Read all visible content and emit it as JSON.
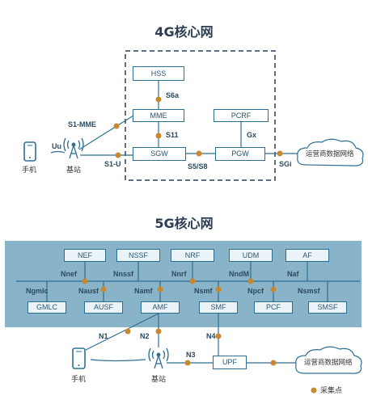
{
  "titles": {
    "lte": "4G核心网",
    "nr": "5G核心网"
  },
  "lte": {
    "nodes": {
      "hss": "HSS",
      "mme": "MME",
      "pcrf": "PCRF",
      "sgw": "SGW",
      "pgw": "PGW"
    },
    "interfaces": {
      "s6a": "S6a",
      "s11": "S11",
      "gx": "Gx",
      "s1mme": "S1-MME",
      "uu": "Uu",
      "s1u": "S1-U",
      "s5s8": "S5/S8",
      "sgi": "SGi"
    },
    "phone": "手机",
    "base_station": "基站",
    "cloud": "运营商数据网络"
  },
  "nr": {
    "top_nfs": [
      "NEF",
      "NSSF",
      "NRF",
      "UDM",
      "AF"
    ],
    "bottom_nfs": [
      "GMLC",
      "AUSF",
      "AMF",
      "SMF",
      "PCF",
      "SMSF"
    ],
    "top_interfaces": [
      "Nnef",
      "Nnssf",
      "Nnrf",
      "NndM",
      "Naf"
    ],
    "bottom_interfaces": [
      "Ngmlc",
      "Nausf",
      "Namf",
      "Nsmf",
      "Npcf",
      "Nsmsf"
    ],
    "upf": "UPF",
    "links": {
      "n1": "N1",
      "n2": "N2",
      "n3": "N3",
      "n4": "N4"
    },
    "phone": "手机",
    "base_station": "基站",
    "cloud": "运营商数据网络"
  },
  "legend": {
    "label": "采集点",
    "color": "#c8882f"
  },
  "colors": {
    "panel": "#88b3c9",
    "line": "#2d6f93",
    "accent": "#c8882f",
    "title": "#2a3d52"
  }
}
